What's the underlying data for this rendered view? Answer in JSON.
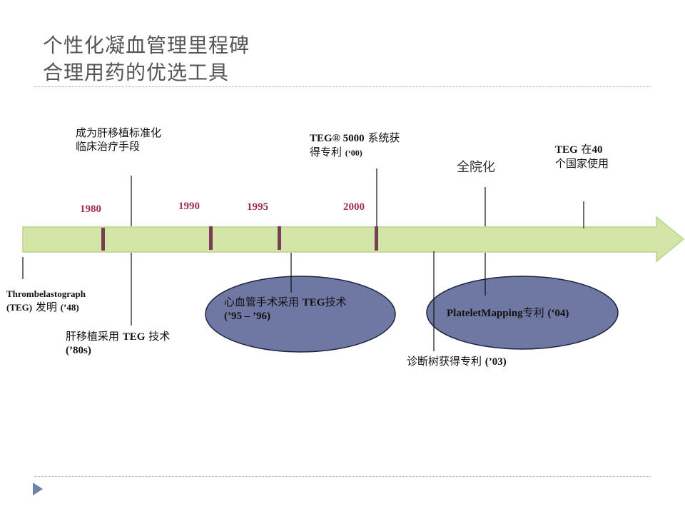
{
  "slide": {
    "title_line1": "个性化凝血管理里程碑",
    "title_line2": "合理用药的优选工具"
  },
  "years": [
    "1980",
    "1990",
    "1995",
    "2000"
  ],
  "events_top": {
    "liver_std_line1": "成为肝移植标准化",
    "liver_std_line2": "临床治疗手段",
    "teg5000_bold": "TEG® 5000",
    "teg5000_cn1": " 系统获",
    "teg5000_cn2": "得专利 ",
    "teg5000_year": "(‘00)",
    "hospital": "全院化",
    "countries_bold1": "TEG",
    "countries_cn1": " 在",
    "countries_bold2": "40",
    "countries_line2": "个国家使用"
  },
  "events_bottom": {
    "invention_bold1": "Thrombelastograph",
    "invention_bold2": "(TEG)",
    "invention_cn": " 发明 ",
    "invention_year": "(’48)",
    "liver_tx_cn": "肝移植采用 ",
    "liver_tx_bold": "TEG",
    "liver_tx_cn2": " 技术",
    "liver_tx_year": "(’80s)",
    "cardiac_cn": "心血管手术采用 ",
    "cardiac_bold": "TEG",
    "cardiac_cn2": "技术",
    "cardiac_year": "(’95 – ’96)",
    "platelet_bold": "PlateletMapping",
    "platelet_cn": "专利 ",
    "platelet_year": "(‘04)",
    "diag_cn": "诊断树获得专利 ",
    "diag_year": "(’03)"
  },
  "colors": {
    "arrow_fill": "#d3e6a8",
    "arrow_stroke": "#b8d48a",
    "tick": "#7a3d55",
    "ellipse_fill": "#6f78a3",
    "year_text": "#a0304a"
  }
}
